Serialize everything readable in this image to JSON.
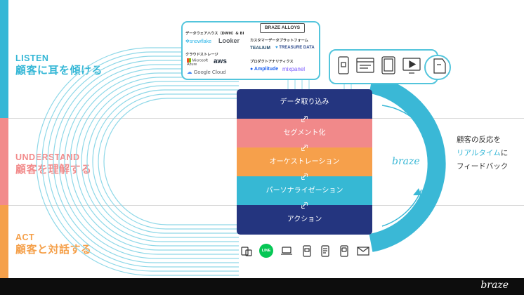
{
  "sections": {
    "listen": {
      "en": "LISTEN",
      "jp": "顧客に耳を傾ける",
      "color": "#35b7d6"
    },
    "understand": {
      "en": "UNDERSTAND",
      "jp": "顧客を理解する",
      "color": "#f28b8b"
    },
    "act": {
      "en": "ACT",
      "jp": "顧客と対話する",
      "color": "#f5a04a"
    }
  },
  "alloys": {
    "badge": "BRAZE ALLOYS",
    "categories": {
      "dwh": "データウェアハウス（DWH）& BI",
      "cloud": "クラウドストレージ",
      "cdp": "カスタマーデータプラットフォーム",
      "analytics": "プロダクトアナリティクス"
    },
    "logos": {
      "snowflake": "snowflake",
      "looker": "Looker",
      "microsoft_azure": "Microsoft Azure",
      "aws": "aws",
      "google_cloud": "Google Cloud",
      "tealium": "TEALIUM",
      "treasure_data": "TREASURE DATA",
      "amplitude": "Amplitude",
      "mixpanel": "mixpanel"
    }
  },
  "stack": {
    "layers": [
      {
        "label": "データ取り込み",
        "color": "#24357f"
      },
      {
        "label": "セグメント化",
        "color": "#f1898a"
      },
      {
        "label": "オーケストレーション",
        "color": "#f6a04b"
      },
      {
        "label": "パーソナライゼーション",
        "color": "#36b8d4"
      },
      {
        "label": "アクション",
        "color": "#24357f"
      }
    ]
  },
  "feedback": {
    "brand": "braze",
    "line1": "顧客の反応を",
    "line2_accent": "リアルタイム",
    "line2_rest": "に",
    "line3": "フィードバック",
    "accent_color": "#35b7d6"
  },
  "channels": {
    "line_label": "LINE",
    "icons": [
      "web-push-icon",
      "line-icon",
      "laptop-icon",
      "mobile-push-icon",
      "in-app-icon",
      "sms-icon",
      "email-icon"
    ]
  },
  "footer": {
    "logo": "braze"
  }
}
